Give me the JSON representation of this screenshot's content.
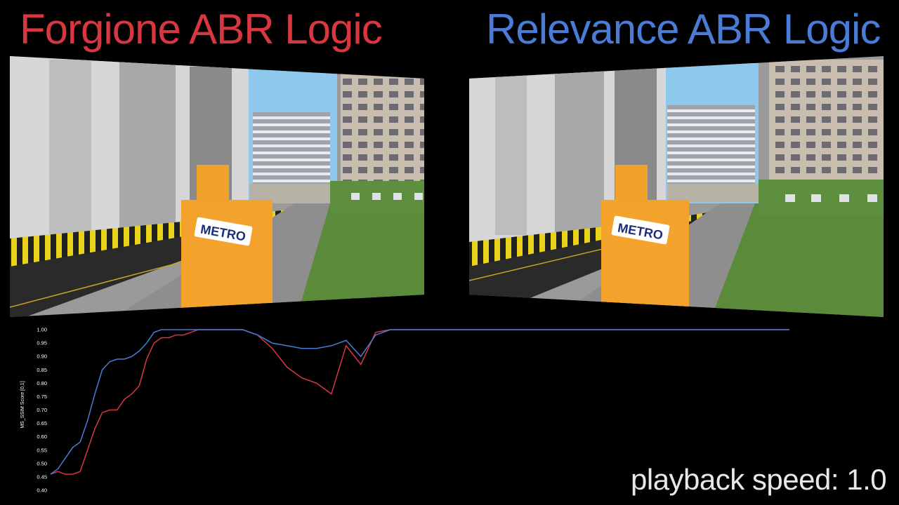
{
  "titles": {
    "left": "Forgione ABR Logic",
    "right": "Relevance ABR Logic",
    "left_color": "#d8373f",
    "right_color": "#4a7bd6"
  },
  "scene": {
    "sign_text": "METRO"
  },
  "playback": {
    "label": "playback speed: 1.0"
  },
  "chart_data": {
    "type": "line",
    "ylabel": "MS_SSIM Score [0,1]",
    "xlabel": "",
    "ylim": [
      0.4,
      1.0
    ],
    "yticks": [
      "1.00",
      "0.95",
      "0.90",
      "0.85",
      "0.80",
      "0.75",
      "0.70",
      "0.65",
      "0.60",
      "0.55",
      "0.50",
      "0.45",
      "0.40"
    ],
    "x": [
      0,
      1,
      2,
      3,
      4,
      5,
      6,
      7,
      8,
      9,
      10,
      11,
      12,
      13,
      14,
      15,
      16,
      17,
      18,
      19,
      20,
      22,
      24,
      26,
      28,
      30,
      32,
      34,
      36,
      38,
      40,
      42,
      44,
      46,
      48,
      50,
      52,
      54,
      56,
      58,
      60,
      62,
      64,
      66,
      68,
      70,
      72,
      74,
      76,
      78,
      80,
      82,
      84,
      86,
      88,
      90,
      92,
      94,
      96,
      98,
      100
    ],
    "series": [
      {
        "color": "#4a7bd6",
        "values": [
          0.46,
          0.48,
          0.52,
          0.56,
          0.58,
          0.66,
          0.76,
          0.85,
          0.88,
          0.89,
          0.89,
          0.9,
          0.92,
          0.95,
          0.99,
          1.0,
          1.0,
          1.0,
          1.0,
          1.0,
          1.0,
          1.0,
          1.0,
          1.0,
          0.98,
          0.95,
          0.94,
          0.93,
          0.93,
          0.94,
          0.96,
          0.9,
          0.98,
          1.0,
          1.0,
          1.0,
          1.0,
          1.0,
          1.0,
          1.0,
          1.0,
          1.0,
          1.0,
          1.0,
          1.0,
          1.0,
          1.0,
          1.0,
          1.0,
          1.0,
          1.0,
          1.0,
          1.0,
          1.0,
          1.0,
          1.0,
          1.0,
          1.0,
          1.0,
          1.0,
          1.0
        ]
      },
      {
        "color": "#d8373f",
        "values": [
          0.46,
          0.47,
          0.46,
          0.46,
          0.47,
          0.55,
          0.63,
          0.69,
          0.7,
          0.7,
          0.74,
          0.76,
          0.79,
          0.89,
          0.95,
          0.97,
          0.97,
          0.98,
          0.98,
          0.99,
          1.0,
          1.0,
          1.0,
          1.0,
          0.98,
          0.93,
          0.86,
          0.82,
          0.8,
          0.76,
          0.94,
          0.87,
          0.99,
          1.0,
          1.0,
          1.0,
          1.0,
          1.0,
          1.0,
          1.0,
          1.0,
          1.0,
          1.0,
          1.0,
          1.0,
          1.0,
          1.0,
          1.0,
          1.0,
          1.0,
          1.0,
          1.0,
          1.0,
          1.0,
          1.0,
          1.0,
          1.0,
          1.0,
          1.0,
          1.0,
          1.0
        ]
      }
    ]
  }
}
